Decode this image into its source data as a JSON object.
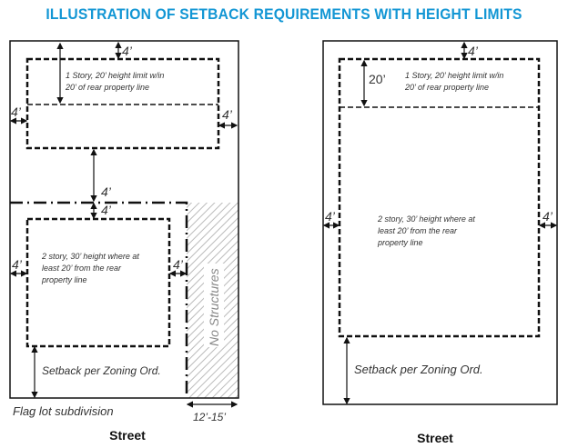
{
  "title": "ILLUSTRATION OF SETBACK REQUIREMENTS WITH HEIGHT LIMITS",
  "colors": {
    "title": "#1296d4",
    "line": "#111111",
    "hatch": "#bbbbbb"
  },
  "left_diagram": {
    "setback_top": "4’",
    "upper_text_1": "1 Story, 20’ height limit w/in",
    "upper_text_2": "20’ of rear property line",
    "setback_left_upper": "4’",
    "setback_right_upper": "4’",
    "setback_mid_1": "4’",
    "setback_mid_2": "4’",
    "lower_text_1": "2 story, 30’  height where at",
    "lower_text_2": "least 20’ from the rear",
    "lower_text_3": "property line",
    "setback_left_lower": "4’",
    "setback_right_lower": "4’",
    "no_structures": "No Structures",
    "setback_zoning": "Setback per Zoning Ord.",
    "caption": "Flag lot subdivision",
    "flag_width": "12’-15’",
    "street": "Street"
  },
  "right_diagram": {
    "setback_top": "4’",
    "rear_depth": "20’",
    "upper_text_1": "1 Story, 20’ height limit w/in",
    "upper_text_2": "20’ of rear property line",
    "setback_left": "4’",
    "setback_right": "4’",
    "main_text_1": "2 story, 30’  height where at",
    "main_text_2": "least 20’ from the rear",
    "main_text_3": "property line",
    "setback_zoning": "Setback per Zoning Ord.",
    "street": "Street"
  }
}
